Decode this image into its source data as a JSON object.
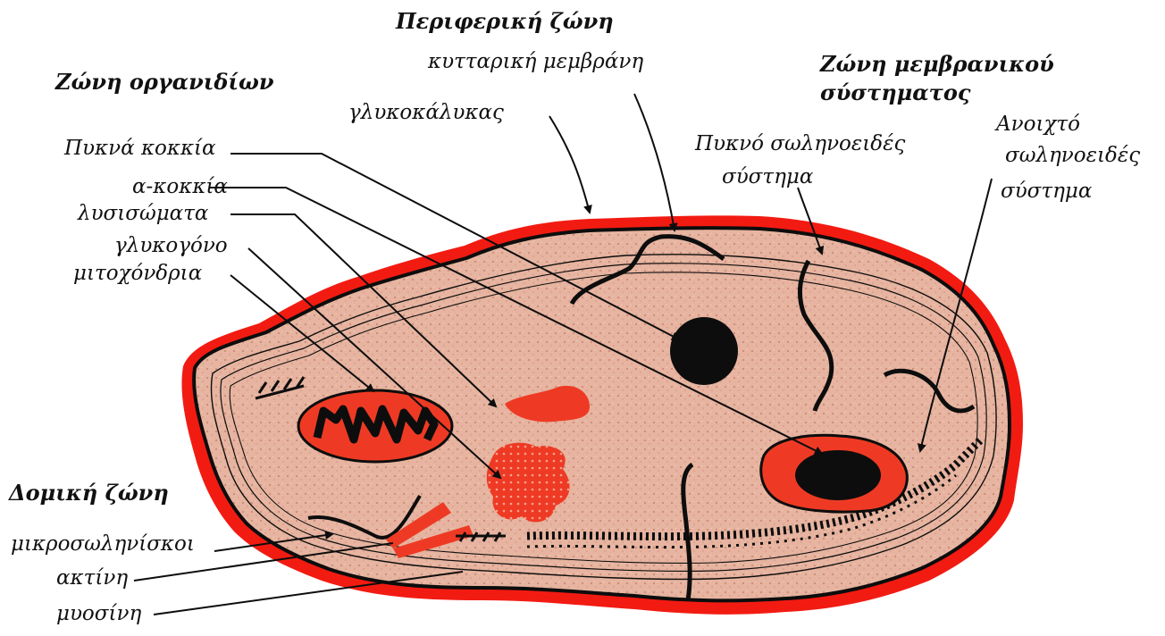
{
  "colors": {
    "membrane_red": "#f21b12",
    "cytoplasm": "#e6b4a0",
    "organelle_red": "#ee3a24",
    "outline": "#0d0d0d"
  },
  "zones": {
    "peripheral": "Περιφερική ζώνη",
    "organelles": "Ζώνη οργανιδίων",
    "membrane_system_line1": "Ζώνη μεμβρανικού",
    "membrane_system_line2": "σύστηματος",
    "structural": "Δομική ζώνη"
  },
  "labels": {
    "cell_membrane": "κυτταρική μεμβράνη",
    "glycocalyx": "γλυκοκάλυκας",
    "dense_granules": "Πυκνά κοκκία",
    "alpha_granules": "α-κοκκία",
    "lysosomes": "λυσισώματα",
    "glycogen": "γλυκογόνο",
    "mitochondria": "μιτοχόνδρια",
    "dense_tubular_line1": "Πυκνό σωληνοειδές",
    "dense_tubular_line2": "σύστημα",
    "open_canalicular_line1": "Ανοιχτό",
    "open_canalicular_line2": "σωληνοειδές",
    "open_canalicular_line3": "σύστημα",
    "microtubules": "μικροσωληνίσκοι",
    "actin": "ακτίνη",
    "myosin": "μυοσίνη"
  }
}
